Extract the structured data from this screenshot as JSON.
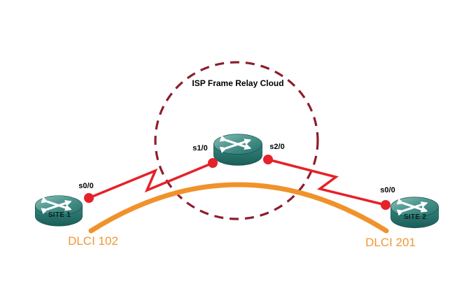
{
  "cloud": {
    "label": "ISP Frame Relay Cloud"
  },
  "isp_router": {
    "left_interface": "s1/0",
    "right_interface": "s2/0"
  },
  "site1": {
    "name": "SITE 1",
    "interface": "s0/0",
    "dlci": "DLCI 102"
  },
  "site2": {
    "name": "SITE 2",
    "interface": "s0/0",
    "dlci": "DLCI 201"
  },
  "colors": {
    "link_red": "#e62129",
    "cloud_border": "#8e1d2c",
    "pvc_orange": "#f0922b",
    "dlci_text": "#ef9733",
    "label_text": "#000000",
    "background": "#ffffff"
  }
}
